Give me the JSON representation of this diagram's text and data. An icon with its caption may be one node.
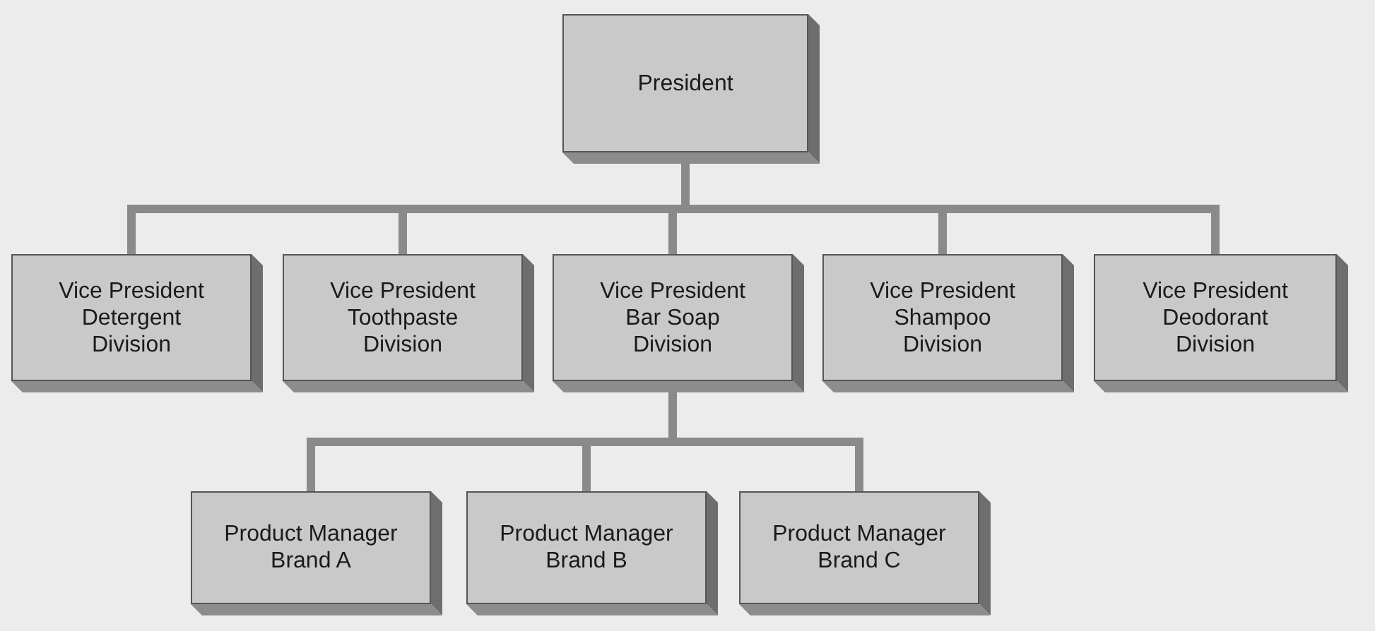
{
  "diagram": {
    "nodes": [
      {
        "text": [
          "President"
        ]
      },
      {
        "text": [
          "Vice President Detergent Division"
        ]
      },
      {
        "text": [
          "Vice President Toothpaste Division"
        ]
      },
      {
        "text": [
          "Vice President Bar Soap Division"
        ]
      },
      {
        "text": [
          "Vice President Shampoo Division"
        ]
      },
      {
        "text": [
          "Vice President Deodorant Division"
        ]
      },
      {
        "text": [
          "Product Manager Brand A"
        ]
      },
      {
        "text": [
          "Product Manager Brand B"
        ]
      },
      {
        "text": [
          "Product Manager Brand C"
        ]
      }
    ],
    "edges": [
      {
        "from": 0,
        "to": 1,
        "arrow": "none"
      },
      {
        "from": 0,
        "to": 2,
        "arrow": "none"
      },
      {
        "from": 0,
        "to": 3,
        "arrow": "none"
      },
      {
        "from": 0,
        "to": 4,
        "arrow": "none"
      },
      {
        "from": 0,
        "to": 5,
        "arrow": "none"
      },
      {
        "from": 3,
        "to": 6,
        "arrow": "none"
      },
      {
        "from": 3,
        "to": 7,
        "arrow": "none"
      },
      {
        "from": 3,
        "to": 8,
        "arrow": "none"
      }
    ]
  }
}
